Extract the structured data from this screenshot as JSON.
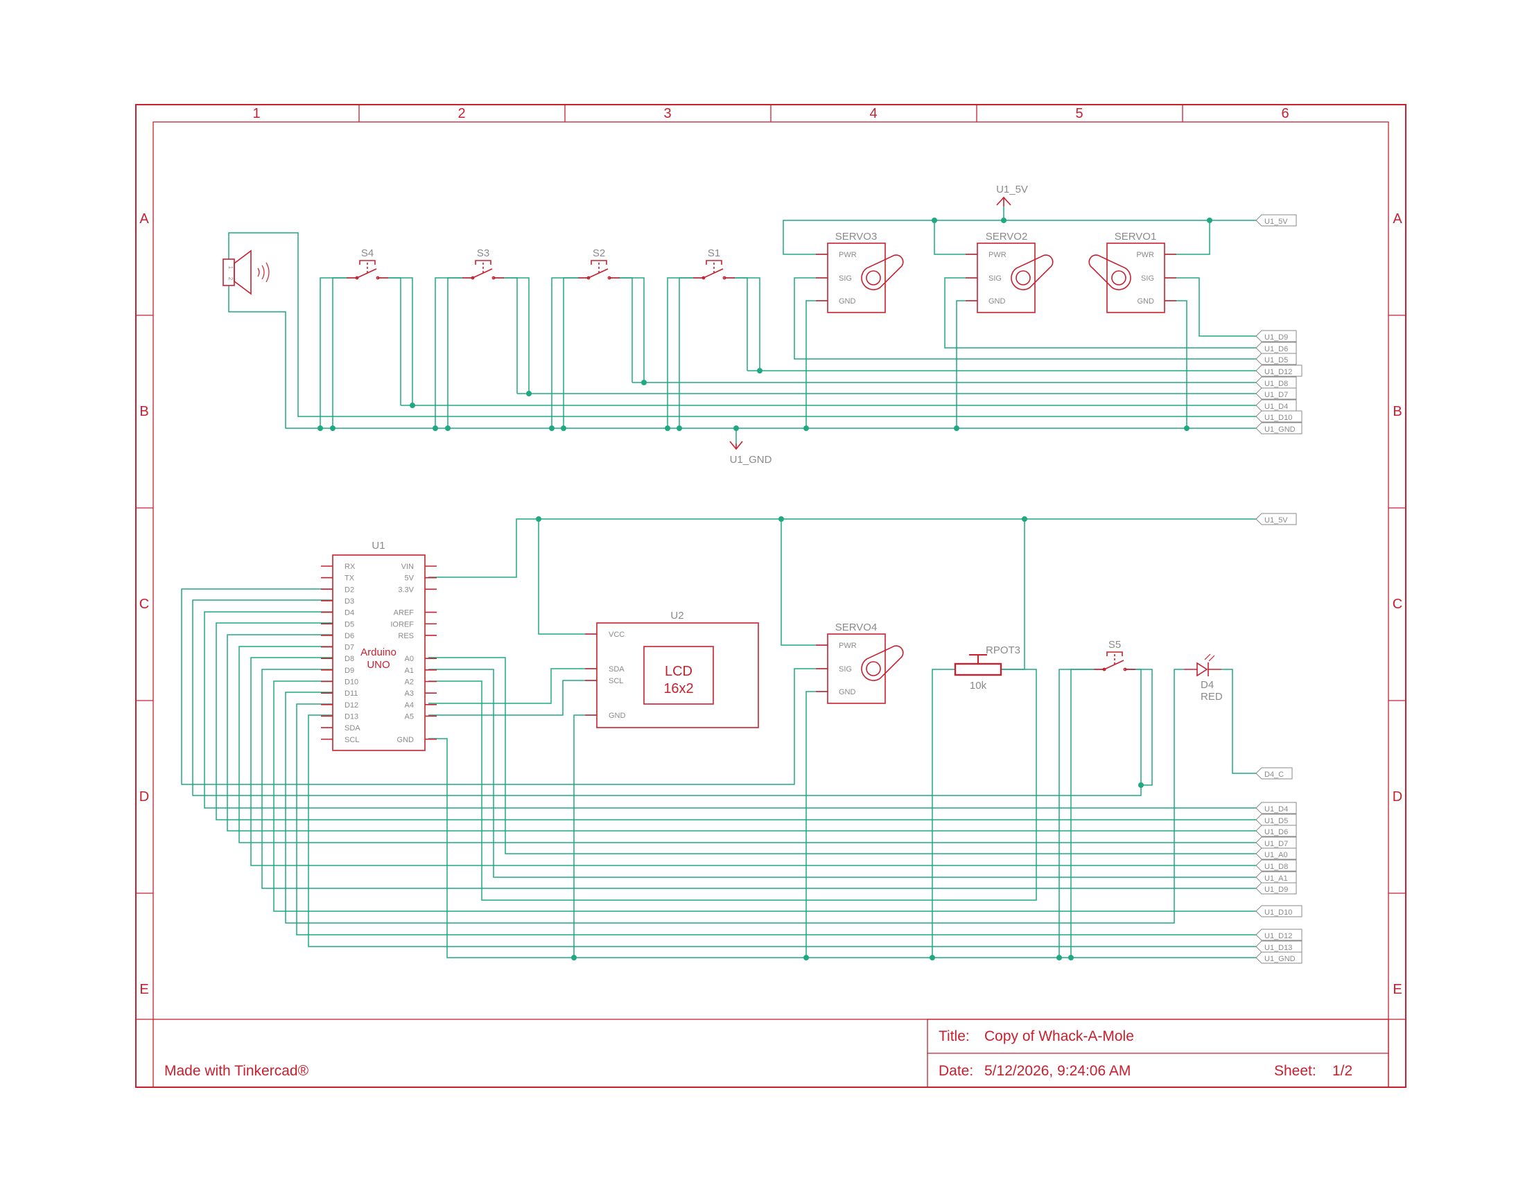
{
  "colors": {
    "frame": "#c8202f",
    "wire": "#1fa882",
    "label": "#8a8a8a"
  },
  "frame": {
    "columns": [
      "1",
      "2",
      "3",
      "4",
      "5",
      "6"
    ],
    "rows": [
      "A",
      "B",
      "C",
      "D",
      "E"
    ]
  },
  "title_block": {
    "title_label": "Title:",
    "title_value": "Copy of Whack-A-Mole",
    "date_label": "Date:",
    "date_value": "5/12/2026, 9:24:06 AM",
    "sheet_label": "Sheet:",
    "sheet_value": "1/2",
    "credit": "Made with Tinkercad®"
  },
  "power": {
    "top_5v": "U1_5V",
    "top_gnd": "U1_GND"
  },
  "switches": [
    {
      "name": "S4"
    },
    {
      "name": "S3"
    },
    {
      "name": "S2"
    },
    {
      "name": "S1"
    },
    {
      "name": "S5"
    }
  ],
  "servos": [
    {
      "name": "SERVO3"
    },
    {
      "name": "SERVO2"
    },
    {
      "name": "SERVO1"
    },
    {
      "name": "SERVO4"
    }
  ],
  "servo_pins": [
    "PWR",
    "SIG",
    "GND"
  ],
  "buzzer_pins": [
    "1",
    "2"
  ],
  "arduino": {
    "ref": "U1",
    "line1": "Arduino",
    "line2": "UNO",
    "left_pins": [
      "RX",
      "TX",
      "D2",
      "D3",
      "D4",
      "D5",
      "D6",
      "D7",
      "D8",
      "D9",
      "D10",
      "D11",
      "D12",
      "D13",
      "SDA",
      "SCL"
    ],
    "right_pins": [
      "VIN",
      "5V",
      "3.3V",
      "",
      "AREF",
      "IOREF",
      "RES",
      "",
      "A0",
      "A1",
      "A2",
      "A3",
      "A4",
      "A5",
      "",
      "GND"
    ]
  },
  "lcd": {
    "ref": "U2",
    "line1": "LCD",
    "line2": "16x2",
    "pins": [
      "VCC",
      "SDA",
      "SCL",
      "GND"
    ]
  },
  "pot": {
    "ref": "RPOT3",
    "value": "10k"
  },
  "led": {
    "ref": "D4",
    "color": "RED"
  },
  "top_net_tags": [
    "U1_5V",
    "U1_D9",
    "U1_D6",
    "U1_D5",
    "U1_D12",
    "U1_D8",
    "U1_D7",
    "U1_D4",
    "U1_D10",
    "U1_GND"
  ],
  "bottom_net_tags": [
    "U1_5V",
    "D4_C",
    "U1_D4",
    "U1_D5",
    "U1_D6",
    "U1_D7",
    "U1_A0",
    "U1_D8",
    "U1_A1",
    "U1_D9",
    "U1_D10",
    "U1_D12",
    "U1_D13",
    "U1_GND"
  ]
}
